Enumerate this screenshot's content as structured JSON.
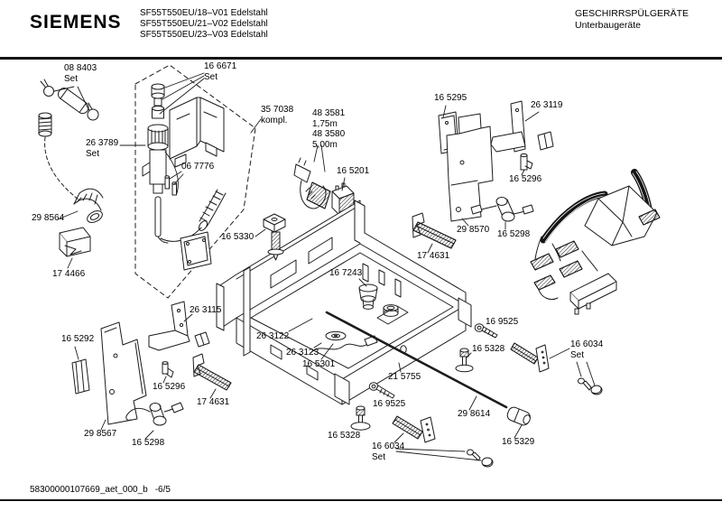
{
  "header": {
    "brand": "SIEMENS",
    "models": [
      "SF55T550EU/18–V01 Edelstahl",
      "SF55T550EU/21–V02 Edelstahl",
      "SF55T550EU/23–V03 Edelstahl"
    ],
    "product_line": "GESCHIRRSPÜLGERÄTE",
    "product_sub": "Unterbaugeräte"
  },
  "footer": {
    "doc_id": "58300000107669_aet_000_b",
    "page_ref": "-6/5"
  },
  "colors": {
    "ink": "#1a1a1a",
    "background": "#ffffff"
  },
  "parts": {
    "p088403": "08 8403\nSet",
    "p166671": "16 6671\nSet",
    "p357038": "35 7038\nkompl.",
    "p483581": "48 3581\n1,75m\n48 3580\n5,00m",
    "p165295": "16 5295",
    "p263119": "26 3119",
    "p263789": "26 3789\nSet",
    "p067776": "06 7776",
    "p165201": "16 5201",
    "p165296": "16 5296",
    "p298564": "29 8564",
    "p165330": "16 5330",
    "p298570": "29 8570",
    "p165298": "16 5298",
    "p174466": "17 4466",
    "p174631": "17 4631",
    "p167243": "16 7243",
    "p263115": "26 3115",
    "p165292": "16 5292",
    "p263122": "26 3122",
    "p263123": "26 3123",
    "p165301": "16 5301",
    "p215755": "21 5755",
    "p169525": "16 9525",
    "p165328": "16 5328",
    "p166034": "16 6034\nSet",
    "p298614": "29 8614",
    "p165329": "16 5329",
    "p298567": "29 8567"
  }
}
